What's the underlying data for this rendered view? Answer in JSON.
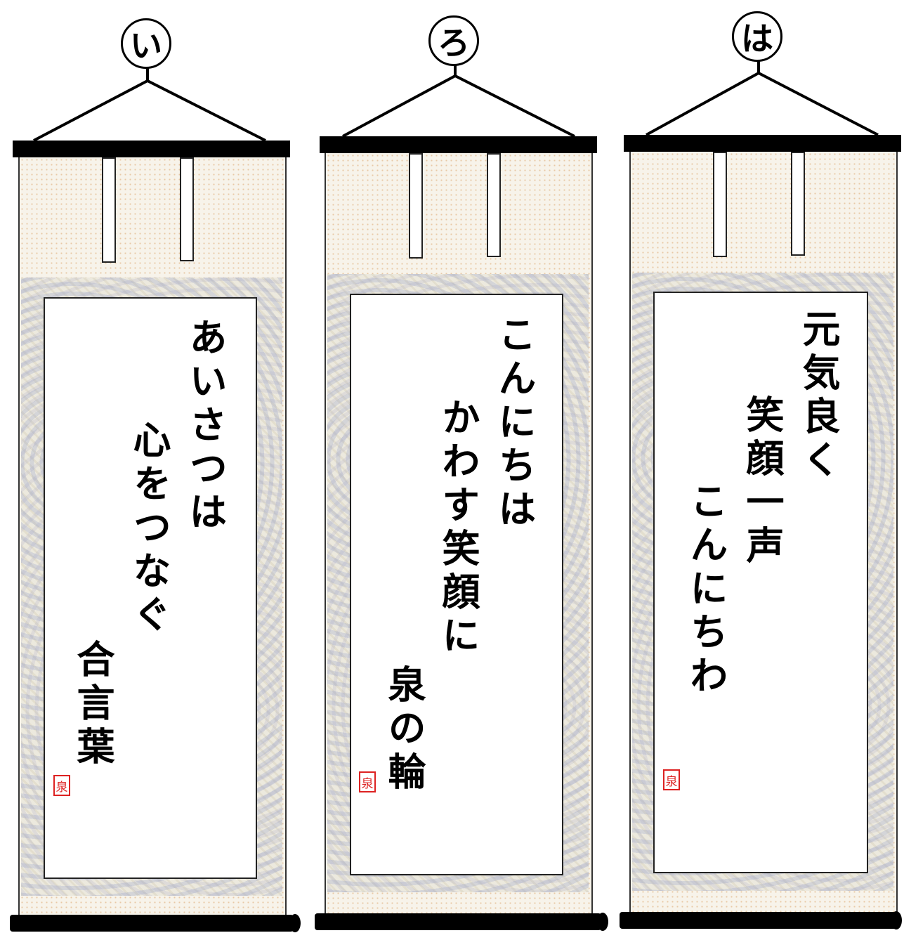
{
  "scrolls": [
    {
      "badge": "い",
      "poem_lines": [
        "あいさつは",
        "心をつなぐ",
        "合言葉"
      ],
      "seal": "泉"
    },
    {
      "badge": "ろ",
      "poem_lines": [
        "こんにちは",
        "かわす笑顔に",
        "泉の輪"
      ],
      "seal": "泉"
    },
    {
      "badge": "は",
      "poem_lines": [
        "元気良く",
        "笑顔一声",
        "こんにちわ"
      ],
      "seal": "泉"
    }
  ]
}
